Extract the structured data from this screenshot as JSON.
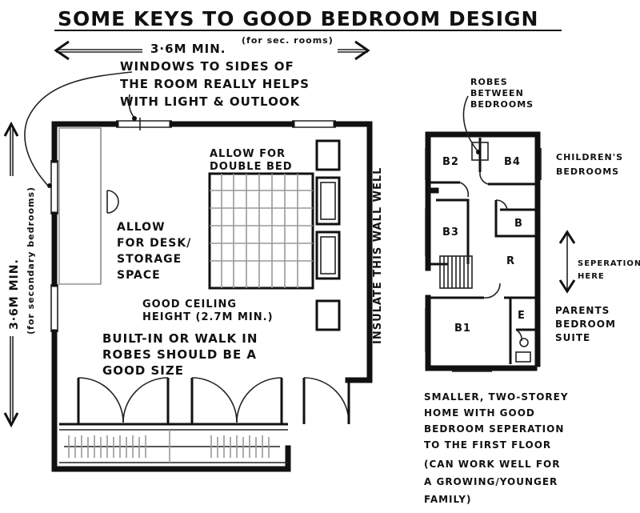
{
  "title": "SOME KEYS TO GOOD BEDROOM DESIGN",
  "dimensions": {
    "width_main": "3·6M MIN.",
    "width_note": "(for sec. rooms)",
    "height_main": "3·6M MIN.",
    "height_note": "(for secondary bedrooms)"
  },
  "notes": {
    "windows": [
      "WINDOWS TO SIDES OF",
      "THE ROOM REALLY HELPS",
      "WITH LIGHT & OUTLOOK"
    ],
    "double_bed": [
      "ALLOW FOR",
      "DOUBLE BED"
    ],
    "desk": [
      "ALLOW",
      "FOR DESK/",
      "STORAGE",
      "SPACE"
    ],
    "ceiling": [
      "GOOD CEILING",
      "HEIGHT (2.7M MIN.)"
    ],
    "robes": [
      "BUILT-IN OR WALK IN",
      "ROBES SHOULD BE A",
      "GOOD SIZE"
    ],
    "insulate": "INSULATE THIS WALL WELL",
    "robes_between": [
      "ROBES",
      "BETWEEN",
      "BEDROOMS"
    ],
    "childrens": [
      "CHILDREN'S",
      "BEDROOMS"
    ],
    "separation": [
      "SEPERATION",
      "HERE"
    ],
    "parents": [
      "PARENTS",
      "BEDROOM",
      "SUITE"
    ],
    "smaller": [
      "SMALLER, TWO-STOREY",
      "HOME WITH GOOD",
      "BEDROOM SEPERATION",
      "TO THE FIRST FLOOR",
      "(CAN WORK WELL FOR",
      "A GROWING/YOUNGER",
      "FAMILY)"
    ]
  },
  "rooms": {
    "b2": "B2",
    "b4": "B4",
    "b3": "B3",
    "b": "B",
    "r": "R",
    "b1": "B1",
    "e": "E"
  }
}
